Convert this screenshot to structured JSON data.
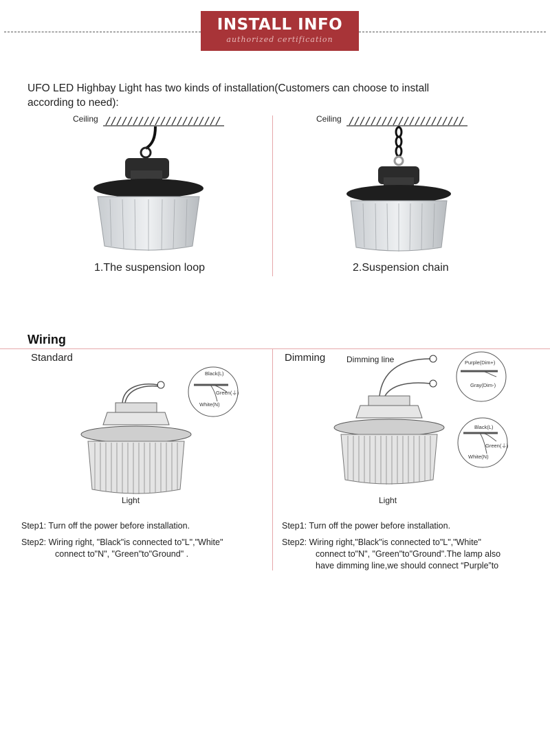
{
  "header": {
    "title": "INSTALL INFO",
    "subtitle": "authorized certification"
  },
  "intro": {
    "line1": "UFO LED Highbay Light has two kinds of installation(Customers can choose to install",
    "line2": "according to need):"
  },
  "installation": {
    "ceiling_label": "Ceiling",
    "option1": "1.The suspension loop",
    "option2": "2.Suspension chain"
  },
  "wiring": {
    "title": "Wiring",
    "standard": {
      "label": "Standard",
      "light_label": "Light",
      "wire_black": "Black(L)",
      "wire_green": "Green(",
      "wire_white": "White(N)",
      "step1": "Step1: Turn off the power before installation.",
      "step2_line1": "Step2: Wiring right, \"Black\"is connected to\"L\",\"White\"",
      "step2_line2": "connect to\"N\", \"Green\"to\"Ground\" ."
    },
    "dimming": {
      "label": "Dimming",
      "dimming_line_label": "Dimming line",
      "light_label": "Light",
      "wire_purple": "Purple(Dim+)",
      "wire_gray": "Gray(Dim-)",
      "wire_black": "Black(L)",
      "wire_green": "Green(",
      "wire_white": "White(N)",
      "step1": "Step1: Turn off the power before installation.",
      "step2_line1": "Step2: Wiring right,\"Black\"is connected to\"L\",\"White\"",
      "step2_line2": "connect to\"N\", \"Green\"to\"Ground\".The lamp also",
      "step2_line3": "have dimming line,we should connect “Purple”to"
    }
  }
}
